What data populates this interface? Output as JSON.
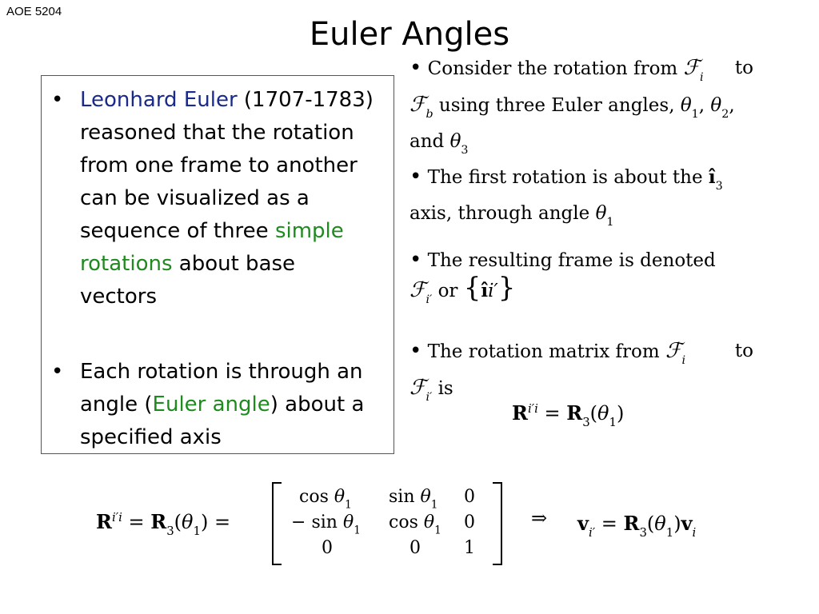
{
  "header": {
    "course": "AOE 5204",
    "title": "Euler Angles"
  },
  "box": {
    "bullet": "•",
    "item1": {
      "name": "Leonhard Euler",
      "after_name": " (1707-1783) reasoned that the rotation from one frame to another can be visualized as a sequence of three ",
      "highlight": "simple rotations",
      "tail": " about base vectors"
    },
    "item2": {
      "lead": "Each rotation is through an angle (",
      "highlight": "Euler angle",
      "tail": ") about a specified axis"
    }
  },
  "right": {
    "p1_text_a": "Consider the rotation from",
    "p1_text_b": "to",
    "p1_text_c": "using three Euler angles,",
    "p1_text_d": "and",
    "p2_text_a": "The first rotation is about the",
    "p2_text_b": "axis, through angle",
    "p3_text_a": "The resulting frame is denoted",
    "p3_text_b": "or",
    "p4_text_a": "The rotation matrix from",
    "p4_text_b": "to",
    "p4_text_c": "is"
  },
  "glyphs": {
    "F": "ℱ",
    "i": "i",
    "b": "b",
    "theta": "θ",
    "ihat": "î",
    "iprime": "i′",
    "R": "R",
    "v": "v",
    "eq": "=",
    "one": "1",
    "two": "2",
    "three": "3",
    "lparen": "(",
    "rparen": ")",
    "comma": ",",
    "lbrace": "{",
    "rbrace": "}",
    "implies": "⇒",
    "cos": "cos",
    "sin": "sin",
    "minus": "−",
    "zero": "0"
  }
}
